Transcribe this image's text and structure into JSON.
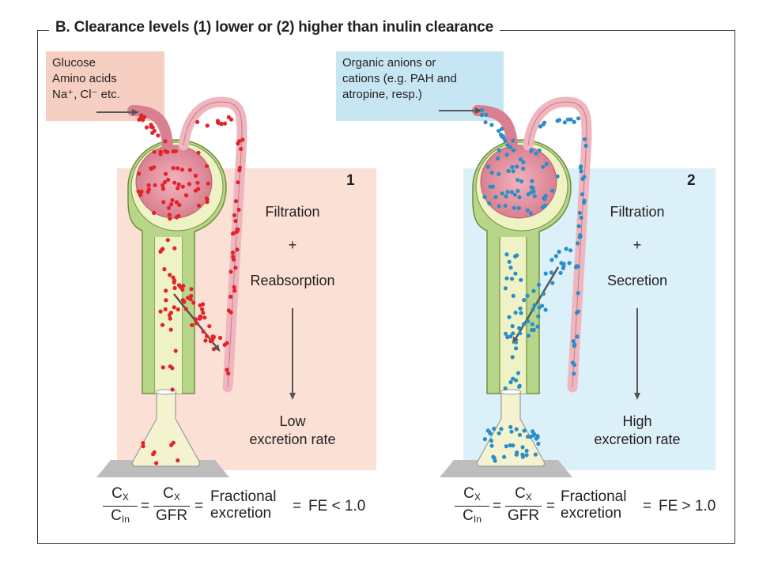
{
  "title": "B. Clearance levels (1) lower or (2) higher than inulin clearance",
  "panel_1": {
    "substances": [
      "Glucose",
      "Amino acids",
      "Na⁺, Cl⁻  etc."
    ],
    "number": "1",
    "process_top": "Filtration",
    "plus": "+",
    "process_bottom": "Reabsorption",
    "result_line1": "Low",
    "result_line2": "excretion rate",
    "equation": {
      "cx": "C",
      "cx_sub": "X",
      "cin": "C",
      "cin_sub": "In",
      "cx2": "C",
      "cx2_sub": "X",
      "gfr": "GFR",
      "eq1": "=",
      "eq2": "=",
      "eq3": "=",
      "fe_line1": "Fractional",
      "fe_line2": "excretion",
      "result": "FE < 1.0"
    },
    "dot_color": "#e3232c"
  },
  "panel_2": {
    "substances": [
      "Organic anions or",
      "cations (e.g. PAH and",
      "atropine, resp.)"
    ],
    "number": "2",
    "process_top": "Filtration",
    "plus": "+",
    "process_bottom": "Secretion",
    "result_line1": "High",
    "result_line2": "excretion rate",
    "equation": {
      "cx": "C",
      "cx_sub": "X",
      "cin": "C",
      "cin_sub": "In",
      "cx2": "C",
      "cx2_sub": "X",
      "gfr": "GFR",
      "eq1": "=",
      "eq2": "=",
      "eq3": "=",
      "fe_line1": "Fractional",
      "fe_line2": "excretion",
      "result": "FE > 1.0"
    },
    "dot_color": "#2a8ec8"
  }
}
